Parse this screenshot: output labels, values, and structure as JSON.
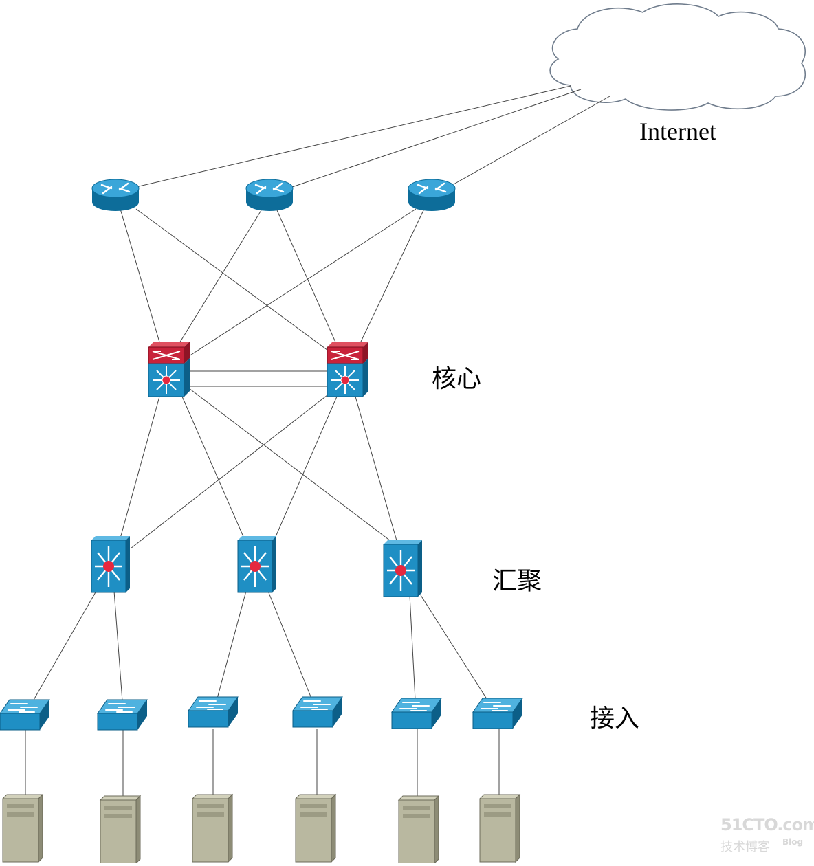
{
  "labels": {
    "internet": "Internet",
    "core": "核心",
    "distribution": "汇聚",
    "access": "接入"
  },
  "watermark": {
    "brand": "51CTO.com",
    "subtitle": "技术博客",
    "blog": "Blog"
  },
  "colors": {
    "device_blue": "#1f8fc4",
    "device_blue_dark": "#0d6d9a",
    "core_red": "#c8223a",
    "center_red": "#e5283f",
    "server_body": "#b9b8a0",
    "server_dark": "#8d8c76",
    "link": "#444444",
    "cloud_stroke": "#6f7c8c"
  },
  "icons": {
    "cloud": "cloud-icon",
    "router": "router-icon",
    "core_switch": "layer3-switch-icon",
    "distribution_switch": "multilayer-switch-icon",
    "access_switch": "workgroup-switch-icon",
    "server": "server-icon"
  }
}
